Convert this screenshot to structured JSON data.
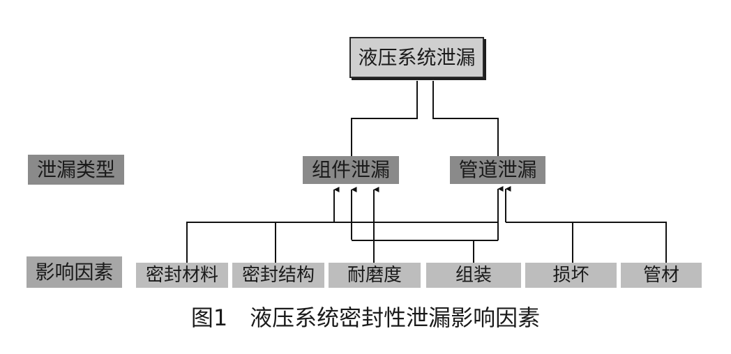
{
  "diagram": {
    "root": "液压系统泄漏",
    "row_labels": {
      "leak_types": "泄漏类型",
      "factors": "影响因素"
    },
    "leak_types": [
      "组件泄漏",
      "管道泄漏"
    ],
    "factors": [
      "密封材料",
      "密封结构",
      "耐磨度",
      "组装",
      "损坏",
      "管材"
    ],
    "caption": "图1　液压系统密封性泄漏影响因素"
  }
}
